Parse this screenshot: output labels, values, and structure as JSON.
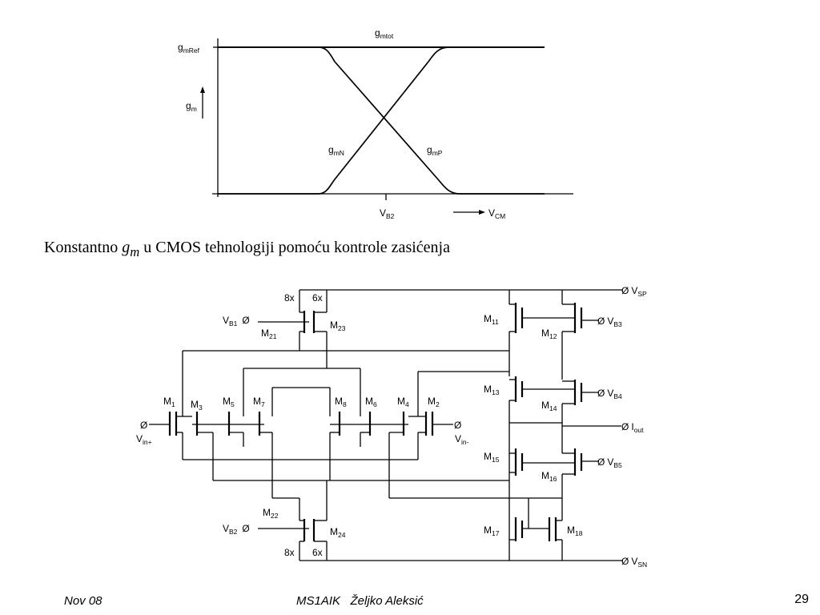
{
  "plot": {
    "gmref": "g",
    "gmref_sub": "mRef",
    "gmtot": "g",
    "gmtot_sub": "mtot",
    "gm": "g",
    "gm_sub": "m",
    "gmn": "g",
    "gmn_sub": "mN",
    "gmp": "g",
    "gmp_sub": "mP",
    "vb2": "V",
    "vb2_sub": "B2",
    "vcm": "V",
    "vcm_sub": "CM"
  },
  "caption": {
    "pre": "Konstantno ",
    "g": "g",
    "m": "m",
    "post": " u CMOS tehnologiji pomoću kontrole zasićenja"
  },
  "circuit": {
    "ratio_top_left": "8x",
    "ratio_top_right": "6x",
    "ratio_bot_left": "8x",
    "ratio_bot_right": "6x",
    "m1": "M",
    "m1s": "1",
    "m2": "M",
    "m2s": "2",
    "m3": "M",
    "m3s": "3",
    "m4": "M",
    "m4s": "4",
    "m5": "M",
    "m5s": "5",
    "m6": "M",
    "m6s": "6",
    "m7": "M",
    "m7s": "7",
    "m8": "M",
    "m8s": "8",
    "m11": "M",
    "m11s": "11",
    "m12": "M",
    "m12s": "12",
    "m13": "M",
    "m13s": "13",
    "m14": "M",
    "m14s": "14",
    "m15": "M",
    "m15s": "15",
    "m16": "M",
    "m16s": "16",
    "m17": "M",
    "m17s": "17",
    "m18": "M",
    "m18s": "18",
    "m21": "M",
    "m21s": "21",
    "m22": "M",
    "m22s": "22",
    "m23": "M",
    "m23s": "23",
    "m24": "M",
    "m24s": "24",
    "vsp": "V",
    "vsps": "SP",
    "vsn": "V",
    "vsns": "SN",
    "vb1": "V",
    "vb1s": "B1",
    "vb2": "V",
    "vb2s": "B2",
    "vb3": "V",
    "vb3s": "B3",
    "vb4": "V",
    "vb4s": "B4",
    "vb5": "V",
    "vb5s": "B5",
    "iout": "I",
    "iouts": "out",
    "vinp": "V",
    "vinps": "in+",
    "vinn": "V",
    "vinns": "in-",
    "node": "Ø"
  },
  "footer": {
    "date": "Nov 08",
    "author": "MS1AIK   Željko Aleksić",
    "page": "29"
  }
}
